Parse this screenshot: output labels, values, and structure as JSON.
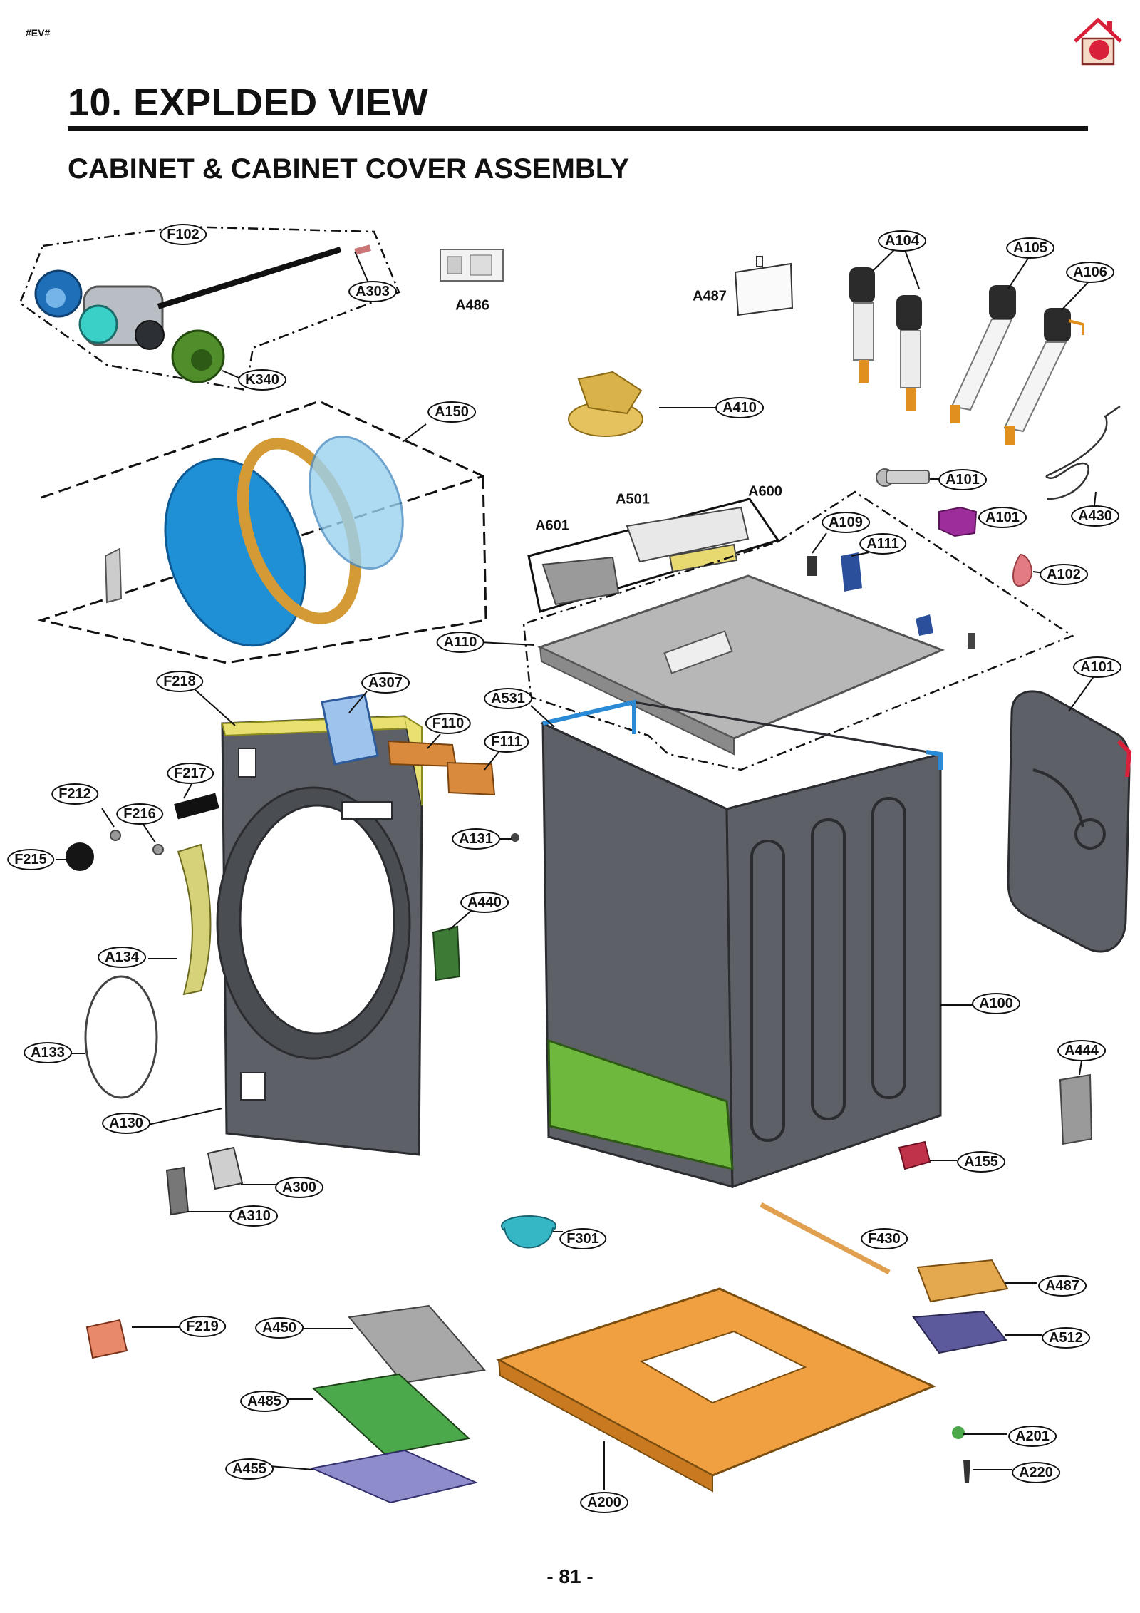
{
  "header": {
    "tag": "#EV#",
    "home_icon": "home-icon"
  },
  "title": "10. EXPLDED VIEW",
  "subtitle": "CABINET & CABINET COVER ASSEMBLY",
  "page_number": "- 81 -",
  "colors": {
    "text": "#111111",
    "home_red": "#d8203a",
    "cabinet_grey": "#5d6066",
    "door_blue": "#1f8fd6",
    "base_orange": "#f0a040",
    "green_part": "#5aaa3a",
    "yellow_part": "#e8e070"
  },
  "labels": {
    "F102": "F102",
    "A303": "A303",
    "A486": "A486",
    "K340": "K340",
    "A487_top": "A487",
    "A104": "A104",
    "A105": "A105",
    "A106": "A106",
    "A410": "A410",
    "A150": "A150",
    "A101_a": "A101",
    "A430": "A430",
    "A101_b": "A101",
    "A102": "A102",
    "A501": "A501",
    "A600": "A600",
    "A601": "A601",
    "A109": "A109",
    "A111": "A111",
    "A110": "A110",
    "A101_c": "A101",
    "F218": "F218",
    "A307": "A307",
    "A531": "A531",
    "F110": "F110",
    "F111": "F111",
    "F217": "F217",
    "F212": "F212",
    "F216": "F216",
    "F215": "F215",
    "A131": "A131",
    "A440": "A440",
    "A134": "A134",
    "A100": "A100",
    "A133": "A133",
    "A444": "A444",
    "A130": "A130",
    "A155": "A155",
    "A300": "A300",
    "A310": "A310",
    "F301": "F301",
    "F430": "F430",
    "A487_bot": "A487",
    "F219": "F219",
    "A450": "A450",
    "A512": "A512",
    "A485": "A485",
    "A201": "A201",
    "A455": "A455",
    "A220": "A220",
    "A200": "A200"
  }
}
